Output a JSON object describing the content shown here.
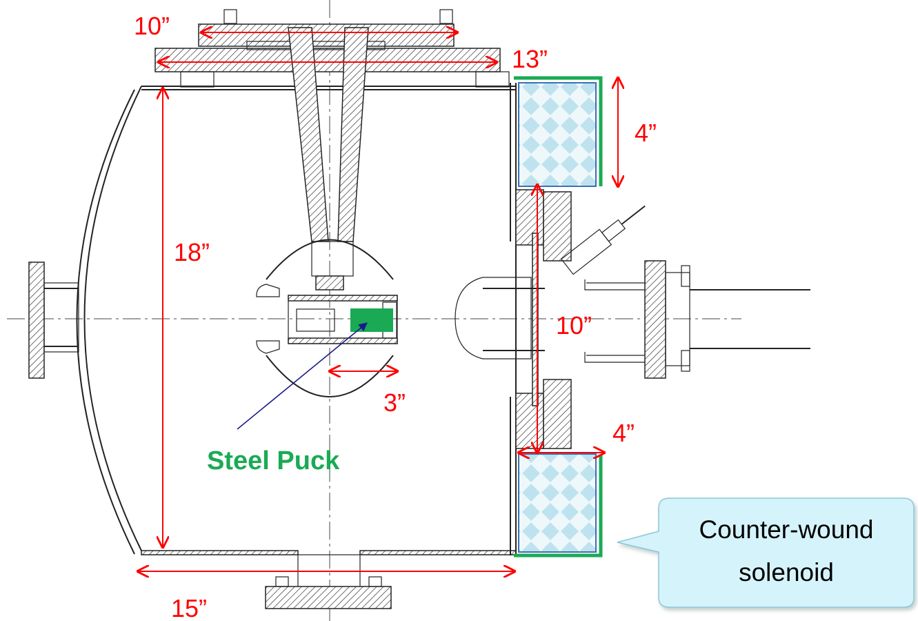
{
  "dimensions": {
    "top_flange_inner": "10”",
    "top_flange_outer": "13”",
    "chamber_height": "18”",
    "chamber_width": "15”",
    "coil_height_top": "4”",
    "coil_height_bottom": "4”",
    "bore": "10”",
    "puck_offset": "3”"
  },
  "labels": {
    "steel_puck": "Steel Puck",
    "solenoid_line1": "Counter-wound",
    "solenoid_line2": "solenoid"
  },
  "colors": {
    "dimension": "#ff0000",
    "puck": "#1aaa55",
    "shield": "#1aaa55",
    "coil_edge": "#3a6fb5",
    "callout_fill": "#d5f3fa",
    "leader": "#1a1a8a"
  }
}
